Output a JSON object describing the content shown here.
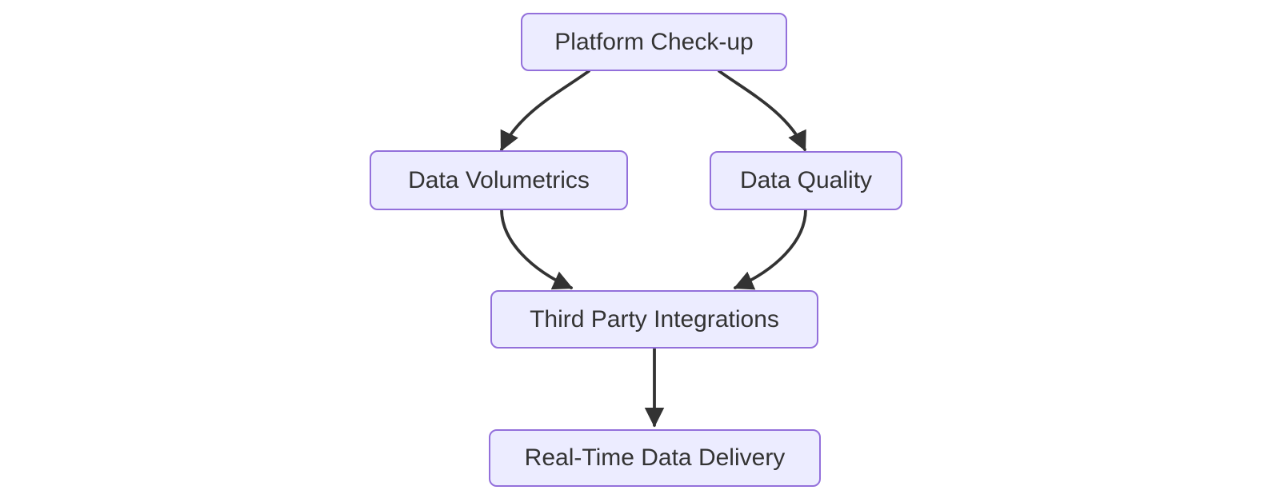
{
  "diagram": {
    "type": "flowchart",
    "direction": "top-down",
    "nodes": [
      {
        "id": "platform-check-up",
        "label": "Platform Check-up"
      },
      {
        "id": "data-volumetrics",
        "label": "Data Volumetrics"
      },
      {
        "id": "data-quality",
        "label": "Data Quality"
      },
      {
        "id": "third-party-integrations",
        "label": "Third Party Integrations"
      },
      {
        "id": "real-time-data-delivery",
        "label": "Real-Time Data Delivery"
      }
    ],
    "edges": [
      {
        "from": "Platform Check-up",
        "to": "Data Volumetrics"
      },
      {
        "from": "Platform Check-up",
        "to": "Data Quality"
      },
      {
        "from": "Data Volumetrics",
        "to": "Third Party Integrations"
      },
      {
        "from": "Data Quality",
        "to": "Third Party Integrations"
      },
      {
        "from": "Third Party Integrations",
        "to": "Real-Time Data Delivery"
      }
    ],
    "colors": {
      "node_fill": "#ECECFF",
      "node_border": "#9370DB",
      "edge": "#333333",
      "text": "#333333",
      "background": "#FFFFFF"
    }
  }
}
